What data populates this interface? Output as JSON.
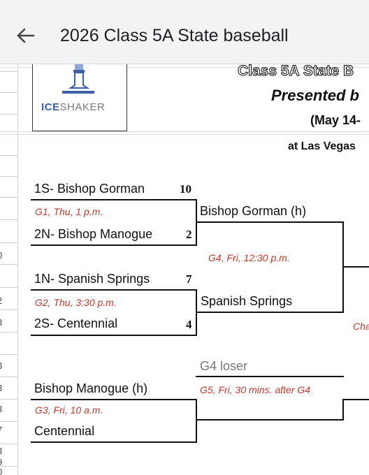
{
  "app": {
    "title": "2026 Class 5A State baseball"
  },
  "header": {
    "line1": "Class 5A State B",
    "line2": "Presented b",
    "line3": "(May 14-",
    "line4": "at Las Vegas"
  },
  "logo": {
    "part1": "ICE",
    "part2": "SHAKER"
  },
  "row_numbers": [
    "0",
    "2",
    "3",
    "3",
    "3",
    "3",
    "7",
    "3",
    "9",
    "0"
  ],
  "bracket": {
    "g1": {
      "team_top": "1S- Bishop Gorman",
      "score_top": "10",
      "info": "G1, Thu, 1 p.m.",
      "team_bottom": "2N- Bishop Manogue",
      "score_bottom": "2"
    },
    "g2": {
      "team_top": "1N- Spanish Springs",
      "score_top": "7",
      "info": "G2, Thu, 3:30 p.m.",
      "team_bottom": "2S- Centennial",
      "score_bottom": "4"
    },
    "g3": {
      "team_top": "Bishop Manogue (h)",
      "info": "G3, Fri, 10 a.m.",
      "team_bottom": "Centennial"
    },
    "g4": {
      "team_top": "Bishop Gorman (h)",
      "info": "G4, Fri, 12:30 p.m.",
      "team_bottom": "Spanish Springs"
    },
    "g5": {
      "team_top": "G4 loser",
      "info": "G5, Fri, 30 mins. after G4"
    },
    "championship_info": "Cha"
  }
}
